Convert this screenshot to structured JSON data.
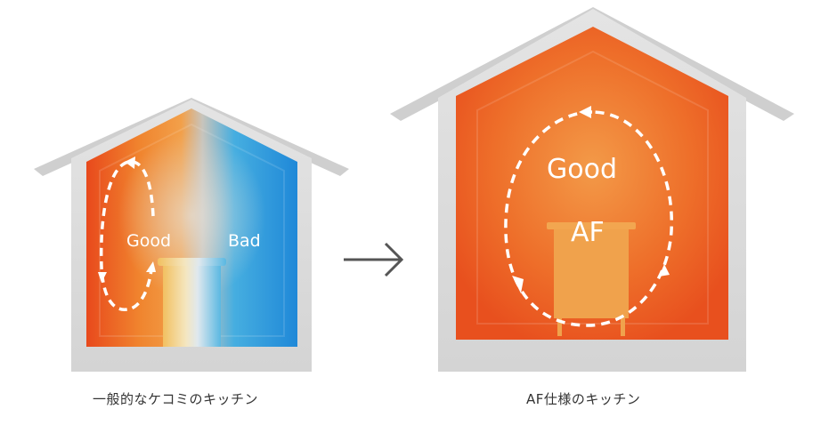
{
  "diagram": {
    "left_house": {
      "label_good": "Good",
      "label_bad": "Bad",
      "caption": "一般的なケコミのキッチン",
      "warm_color": "#f07a2a",
      "cold_color": "#2a8fd8"
    },
    "arrow": {
      "icon": "arrow-right-icon",
      "color": "#555555"
    },
    "right_house": {
      "label_good": "Good",
      "label_cabinet": "AF",
      "caption": "AF仕様のキッチン",
      "warm_color": "#ee6a25",
      "cabinet_color": "#f0a24c"
    },
    "wall_color": "#dcdcdc"
  }
}
